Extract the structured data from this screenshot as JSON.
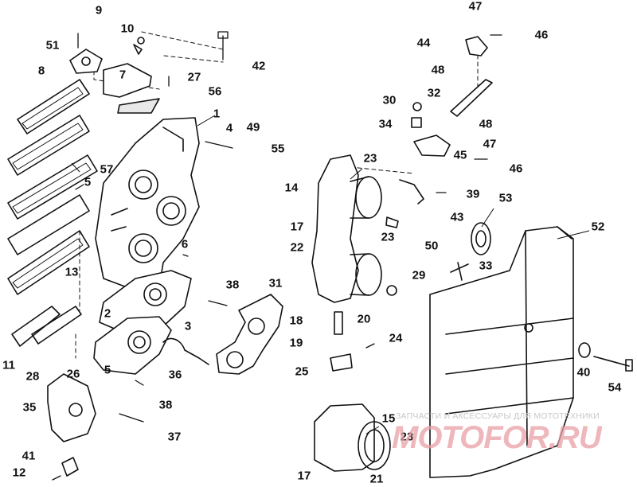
{
  "diagram": {
    "callouts": [
      {
        "id": "c9",
        "text": "9"
      },
      {
        "id": "c10",
        "text": "10"
      },
      {
        "id": "c51",
        "text": "51"
      },
      {
        "id": "c8",
        "text": "8"
      },
      {
        "id": "c7",
        "text": "7"
      },
      {
        "id": "c27",
        "text": "27"
      },
      {
        "id": "c42",
        "text": "42"
      },
      {
        "id": "c56",
        "text": "56"
      },
      {
        "id": "c1",
        "text": "1"
      },
      {
        "id": "c4",
        "text": "4"
      },
      {
        "id": "c49",
        "text": "49"
      },
      {
        "id": "c55",
        "text": "55"
      },
      {
        "id": "c57",
        "text": "57"
      },
      {
        "id": "c5a",
        "text": "5"
      },
      {
        "id": "c6",
        "text": "6"
      },
      {
        "id": "c13",
        "text": "13"
      },
      {
        "id": "c38a",
        "text": "38"
      },
      {
        "id": "c31",
        "text": "31"
      },
      {
        "id": "c2",
        "text": "2"
      },
      {
        "id": "c3",
        "text": "3"
      },
      {
        "id": "c11",
        "text": "11"
      },
      {
        "id": "c28",
        "text": "28"
      },
      {
        "id": "c26",
        "text": "26"
      },
      {
        "id": "c5b",
        "text": "5"
      },
      {
        "id": "c36",
        "text": "36"
      },
      {
        "id": "c38b",
        "text": "38"
      },
      {
        "id": "c35",
        "text": "35"
      },
      {
        "id": "c37",
        "text": "37"
      },
      {
        "id": "c41",
        "text": "41"
      },
      {
        "id": "c12",
        "text": "12"
      },
      {
        "id": "c47a",
        "text": "47"
      },
      {
        "id": "c44",
        "text": "44"
      },
      {
        "id": "c46a",
        "text": "46"
      },
      {
        "id": "c48a",
        "text": "48"
      },
      {
        "id": "c32",
        "text": "32"
      },
      {
        "id": "c30",
        "text": "30"
      },
      {
        "id": "c34",
        "text": "34"
      },
      {
        "id": "c48b",
        "text": "48"
      },
      {
        "id": "c47b",
        "text": "47"
      },
      {
        "id": "c45",
        "text": "45"
      },
      {
        "id": "c46b",
        "text": "46"
      },
      {
        "id": "c23a",
        "text": "23"
      },
      {
        "id": "c14",
        "text": "14"
      },
      {
        "id": "c39",
        "text": "39"
      },
      {
        "id": "c43",
        "text": "43"
      },
      {
        "id": "c53",
        "text": "53"
      },
      {
        "id": "c17a",
        "text": "17"
      },
      {
        "id": "c22",
        "text": "22"
      },
      {
        "id": "c23b",
        "text": "23"
      },
      {
        "id": "c50",
        "text": "50"
      },
      {
        "id": "c52",
        "text": "52"
      },
      {
        "id": "c33",
        "text": "33"
      },
      {
        "id": "c29",
        "text": "29"
      },
      {
        "id": "c18",
        "text": "18"
      },
      {
        "id": "c20",
        "text": "20"
      },
      {
        "id": "c19",
        "text": "19"
      },
      {
        "id": "c24",
        "text": "24"
      },
      {
        "id": "c25",
        "text": "25"
      },
      {
        "id": "c40",
        "text": "40"
      },
      {
        "id": "c54",
        "text": "54"
      },
      {
        "id": "c15",
        "text": "15"
      },
      {
        "id": "c23c",
        "text": "23"
      },
      {
        "id": "c17b",
        "text": "17"
      },
      {
        "id": "c21",
        "text": "21"
      }
    ]
  },
  "watermark": {
    "caption": "ЗАПЧАСТИ И АКСЕССУАРЫ ДЛЯ МОТОТЕХНИКИ",
    "logo": "MOTOFOR.RU"
  }
}
